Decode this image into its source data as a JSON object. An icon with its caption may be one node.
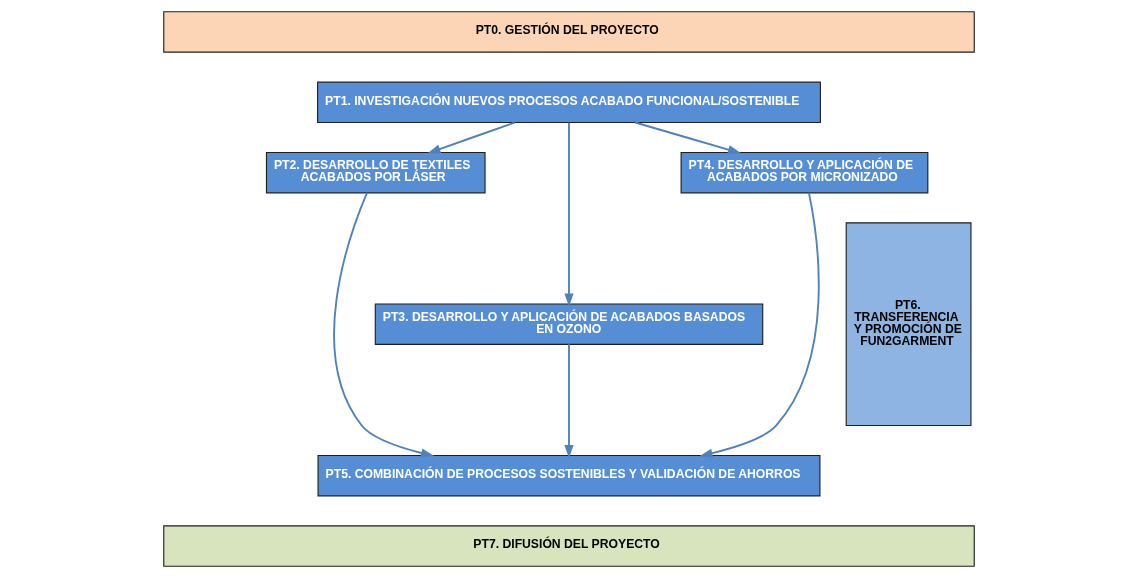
{
  "diagram": {
    "nodes": [
      {
        "text": [
          "PT0. GESTIÓN DEL PROYECTO"
        ]
      },
      {
        "text": [
          "PT1. INVESTIGACIÓN NUEVOS PROCESOS ACABADO FUNCIONAL/SOSTENIBLE"
        ]
      },
      {
        "text": [
          "PT2. DESARROLLO DE TEXTILES ACABADOS POR LÁSER"
        ]
      },
      {
        "text": [
          "PT3. DESARROLLO Y APLICACIÓN DE ACABADOS BASADOS EN OZONO"
        ]
      },
      {
        "text": [
          "PT4. DESARROLLO Y APLICACIÓN DE ACABADOS POR MICRONIZADO"
        ]
      },
      {
        "text": [
          "PT5. COMBINACIÓN DE PROCESOS SOSTENIBLES Y VALIDACIÓN DE AHORROS"
        ]
      },
      {
        "text": [
          "PT6. TRANSFERENCIA Y PROMOCIÓN DE FUN2GARMENT"
        ]
      },
      {
        "text": [
          "PT7. DIFUSIÓN DEL PROYECTO"
        ]
      }
    ],
    "edges": [
      {
        "from": 1,
        "to": 2,
        "arrow": "to"
      },
      {
        "from": 1,
        "to": 3,
        "arrow": "to"
      },
      {
        "from": 1,
        "to": 4,
        "arrow": "to"
      },
      {
        "from": 2,
        "to": 5,
        "arrow": "to"
      },
      {
        "from": 3,
        "to": 5,
        "arrow": "to"
      },
      {
        "from": 4,
        "to": 5,
        "arrow": "to"
      }
    ]
  }
}
